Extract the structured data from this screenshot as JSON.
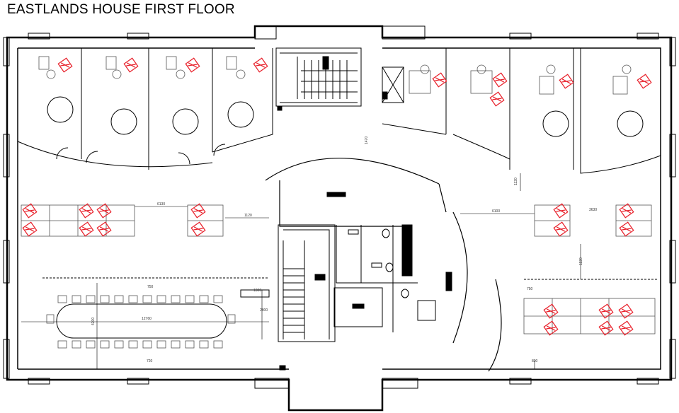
{
  "title": "EASTLANDS HOUSE FIRST FLOOR",
  "colors": {
    "desk_highlight": "#e8202a",
    "line": "#000000",
    "furniture": "#555555"
  },
  "dimensions": {
    "d1": "1470",
    "d2": "1120",
    "d3": "6130",
    "d4": "1120",
    "d5": "3630",
    "d6": "6100",
    "d7": "1120",
    "d8": "750",
    "d9": "1800",
    "d10": "2800",
    "d11": "4200",
    "d12": "12760",
    "d13": "720",
    "d14": "750",
    "d15": "800"
  }
}
